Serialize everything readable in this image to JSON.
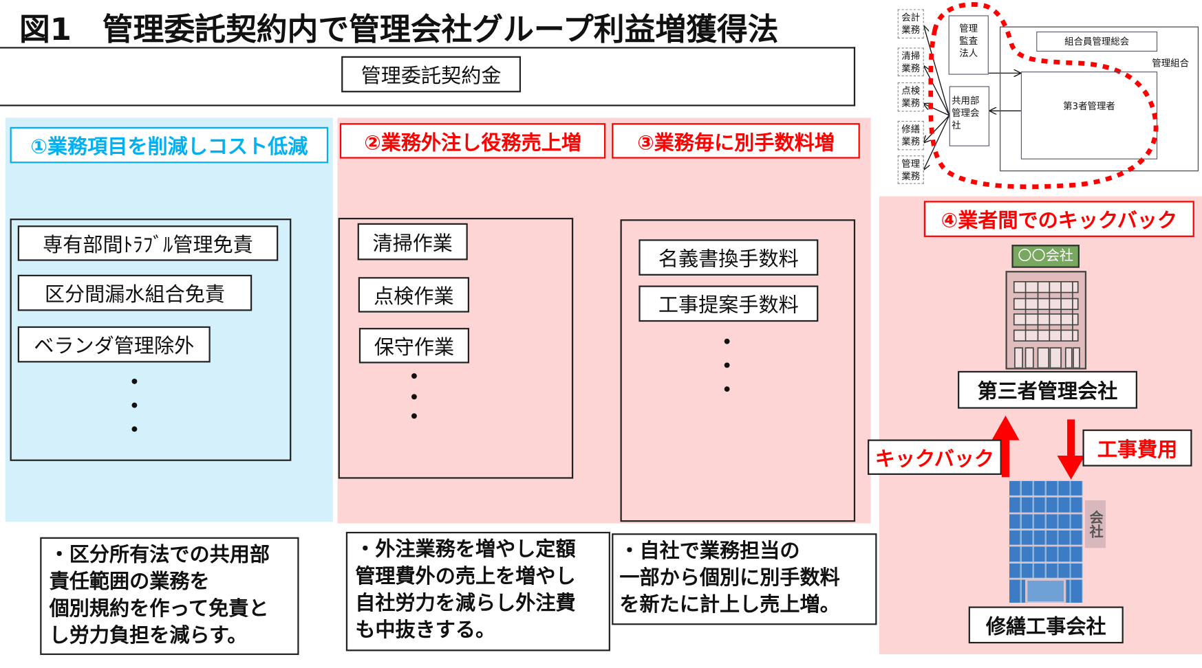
{
  "title": "図1　管理委託契約内で管理会社グループ利益増獲得法",
  "contract_label": "管理委託契約金",
  "section1": {
    "label": "①業務項目を削減しコスト低減",
    "items": [
      "専有部間ﾄﾗﾌﾞﾙ管理免責",
      "区分間漏水組合免責",
      "ベランダ管理除外"
    ],
    "note": "・区分所有法での共用部\n責任範囲の業務を\n個別規約を作って免責と\nし労力負担を減らす。"
  },
  "section2": {
    "label": "②業務外注し役務売上増",
    "items": [
      "清掃作業",
      "点検作業",
      "保守作業"
    ],
    "note": "・外注業務を増やし定額\n管理費外の売上を増やし\n自社労力を減らし外注費\nも中抜きする。"
  },
  "section3": {
    "label": "③業務毎に別手数料増",
    "items": [
      "名義書換手数料",
      "工事提案手数料"
    ],
    "note": "・自社で業務担当の\n一部から個別に別手数料\nを新たに計上し売上増。"
  },
  "section4": {
    "label": "④業者間でのキックバック",
    "sign": "〇〇会社",
    "company1": "第三者管理会社",
    "company2": "修繕工事会社",
    "kickback": "キックバック",
    "cost": "工事費用",
    "building_sign": "会社"
  },
  "diagram": {
    "tasks": [
      "会計業務",
      "清掃業務",
      "点検業務",
      "修繕業務",
      "管理業務"
    ],
    "auditor": "管理監査法人",
    "mgmt_company": "共用部管理会社",
    "association": "管理組合",
    "general_meeting": "組合員管理総会",
    "third_party": "第3者管理者"
  },
  "colors": {
    "blue_panel": "#d4f0fa",
    "pink_panel": "#fdd5d5",
    "accent_blue": "#00b0f0",
    "accent_red": "#ff0000"
  }
}
